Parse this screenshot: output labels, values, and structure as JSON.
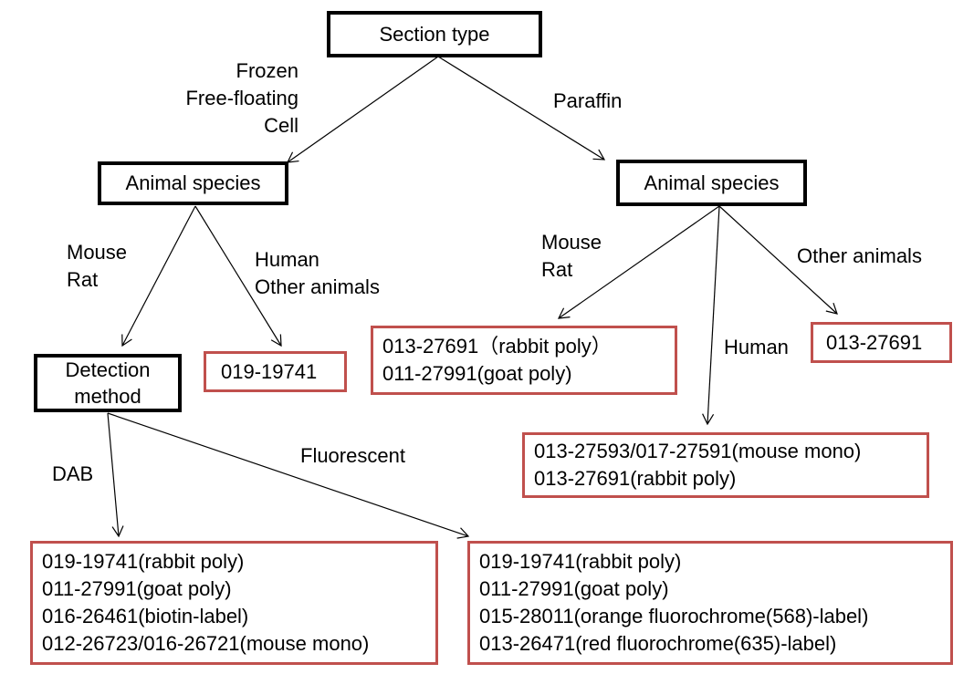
{
  "colors": {
    "decision_border": "#000000",
    "product_border": "#c0504d",
    "edge": "#000000"
  },
  "nodes": {
    "section_type": {
      "label": "Section type"
    },
    "animal_species_frozen": {
      "label": "Animal species"
    },
    "animal_species_paraffin": {
      "label": "Animal species"
    },
    "detection_method": {
      "label": "Detection\nmethod",
      "lines": [
        "Detection",
        "method"
      ]
    }
  },
  "edge_labels": {
    "frozen": [
      "Frozen",
      "Free-floating",
      "Cell"
    ],
    "paraffin": [
      "Paraffin"
    ],
    "frozen_mouse_rat": [
      "Mouse",
      "Rat"
    ],
    "frozen_human_other": [
      "Human",
      "Other animals"
    ],
    "paraffin_mouse_rat": [
      "Mouse",
      "Rat"
    ],
    "paraffin_human": [
      "Human"
    ],
    "paraffin_other": [
      "Other animals"
    ],
    "dab": [
      "DAB"
    ],
    "fluorescent": [
      "Fluorescent"
    ]
  },
  "products": {
    "frozen_human_other": [
      "019-19741"
    ],
    "paraffin_mouse_rat": [
      "013-27691（rabbit poly）",
      "011-27991(goat poly)"
    ],
    "paraffin_other": [
      "013-27691"
    ],
    "paraffin_human": [
      "013-27593/017-27591(mouse mono)",
      "013-27691(rabbit poly)"
    ],
    "dab": [
      "019-19741(rabbit poly)",
      "011-27991(goat poly)",
      "016-26461(biotin-label)",
      "012-26723/016-26721(mouse mono)"
    ],
    "fluorescent": [
      "019-19741(rabbit poly)",
      "011-27991(goat poly)",
      "015-28011(orange fluorochrome(568)-label)",
      "013-26471(red fluorochrome(635)-label)"
    ]
  }
}
